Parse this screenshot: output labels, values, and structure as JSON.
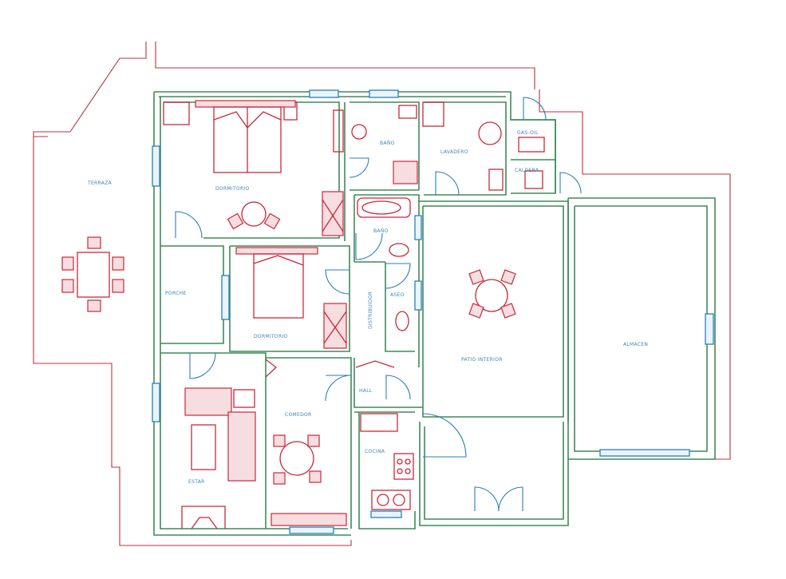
{
  "colors": {
    "wall": "#3f8a5a",
    "outline": "#b8323c",
    "furniture": "#c8283a",
    "door_window": "#2a7fb8",
    "label": "#3a86b4"
  },
  "rooms": {
    "terraza": "TERRAZA",
    "dormitorio_1": "DORMITORIO",
    "bano_1": "BAÑO",
    "lavadero": "LAVADERO",
    "gas_oil": "GAS-OIL",
    "caldera": "CALDERA",
    "bano_2": "BAÑO",
    "porche": "PORCHE",
    "dormitorio_2": "DORMITORIO",
    "distribuidor": "DISTRIBUIDOR",
    "aseo": "ASEO",
    "patio_interior": "PATIO INTERIOR",
    "almacen": "ALMACEN",
    "hall": "HALL",
    "comedor": "COMEDOR",
    "cocina": "COCINA",
    "estar": "ESTAR"
  }
}
